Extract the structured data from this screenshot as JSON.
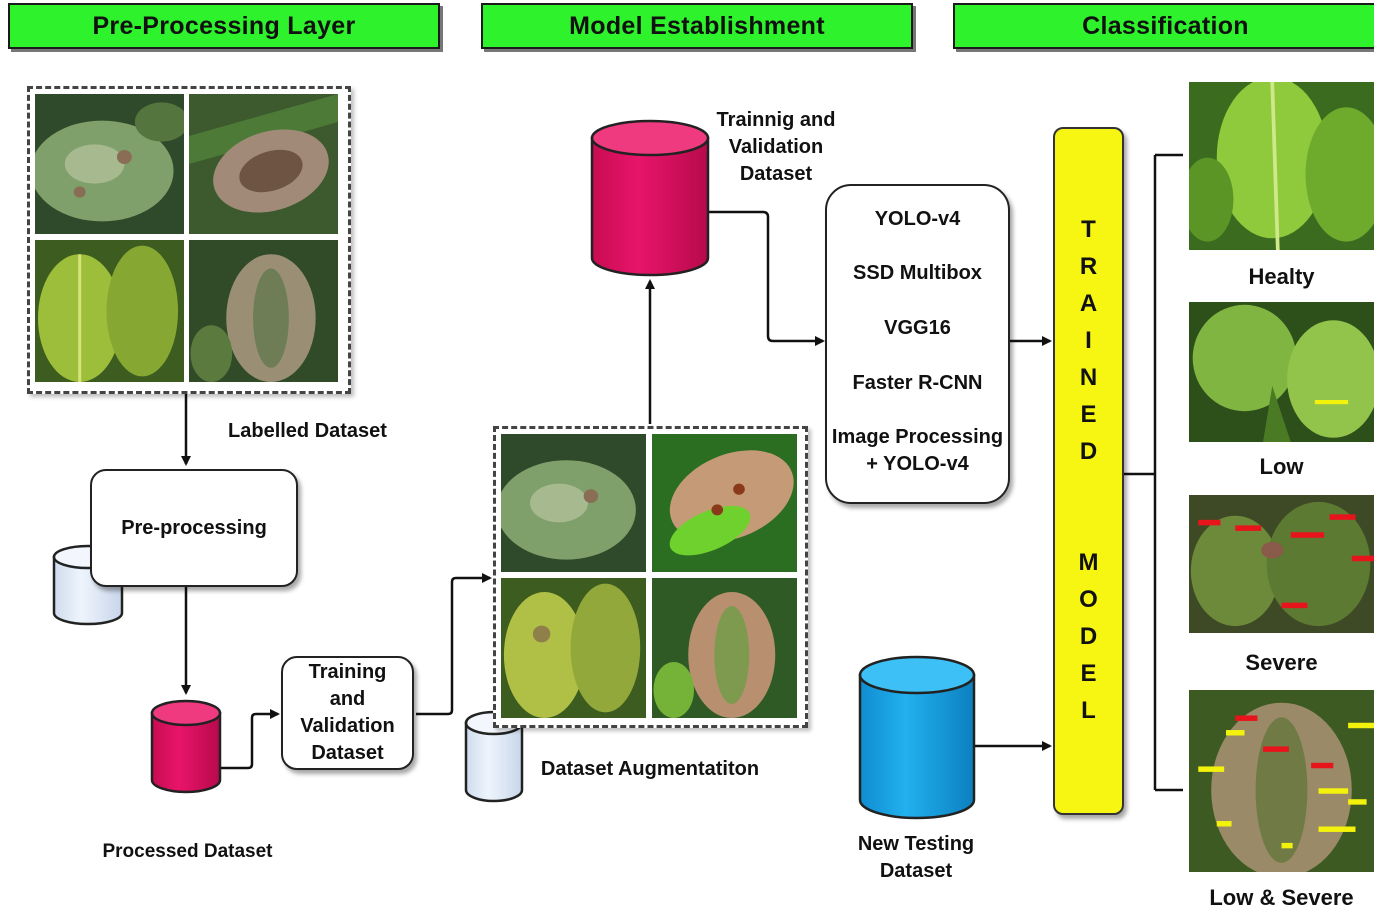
{
  "headers": {
    "preprocessing": "Pre-Processing Layer",
    "model": "Model Establishment",
    "classification": "Classification"
  },
  "labels": {
    "labelled_dataset": "Labelled Dataset",
    "preprocessing": "Pre-processing",
    "processed_dataset": "Processed Dataset",
    "training_validation": "Training and Validation Dataset",
    "dataset_augmentation": "Dataset Augmentatiton",
    "trainnig_validation": "Trainnig and Validation Dataset",
    "new_testing": "New Testing Dataset"
  },
  "models": [
    "YOLO-v4",
    "SSD Multibox",
    "VGG16",
    "Faster R-CNN",
    "Image Processing + YOLO-v4"
  ],
  "trained_model": {
    "word1": [
      "T",
      "R",
      "A",
      "I",
      "N",
      "E",
      "D"
    ],
    "word2": [
      "M",
      "O",
      "D",
      "E",
      "L"
    ]
  },
  "classes": [
    "Healty",
    "Low",
    "Severe",
    "Low & Severe"
  ],
  "colors": {
    "header_green": "#2ef22b",
    "database_magenta": "#e0115f",
    "database_light": "#dde9f8",
    "database_blue": "#1aa3e0",
    "trained_yellow": "#f7f512",
    "lesion_red": "#e8141c",
    "lesion_yellow": "#f2f20c"
  }
}
